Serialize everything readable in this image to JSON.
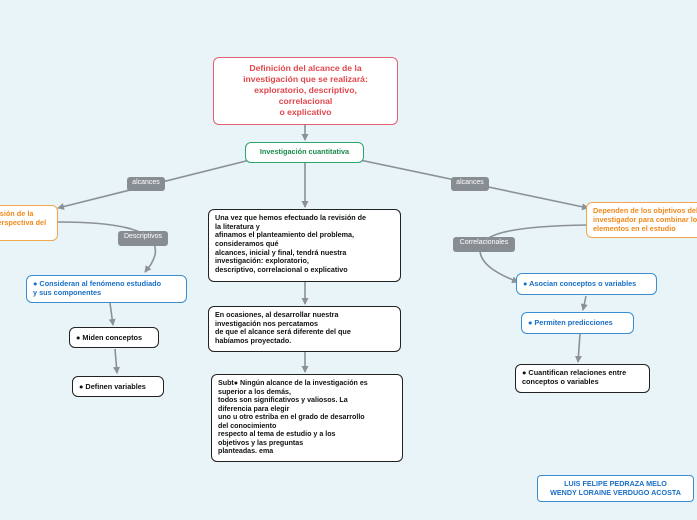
{
  "title": "Definición del alcance de la\ninvestigación que se realizará:\nexploratorio, descriptivo,\ncorrelacional\no explicativo",
  "root": "Investigación cuantitativa",
  "tags": {
    "left_alcances": "alcances",
    "right_alcances": "alcances",
    "descriptivos": "Descriptivos",
    "correlacionales": "Correlacionales"
  },
  "left": {
    "orange_node": "Visión de la\nperspectiva del",
    "consideran": "● Consideran al fenómeno estudiado\ny sus componentes",
    "miden": "● Miden conceptos",
    "definen": "● Definen variables"
  },
  "center": {
    "box1": "Una vez que hemos efectuado la revisión de\nla literatura y\nafinamos el planteamiento del problema,\nconsideramos qué\nalcances, inicial y final, tendrá nuestra\ninvestigación: exploratorio,\ndescriptivo, correlacional o explicativo",
    "box2": "En ocasiones, al desarrollar nuestra\ninvestigación nos percatamos\nde que el alcance será diferente del que\nhabíamos proyectado.",
    "box3": "Subt● Ningún alcance de la investigación es\nsuperior a los demás,\ntodos son significativos y valiosos. La\ndiferencia para elegir\nuno u otro estriba en el grado de desarrollo\ndel conocimiento\nrespecto al tema de estudio y a los\nobjetivos y las preguntas\nplanteadas. ema"
  },
  "right": {
    "orange_node": "Dependen de los objetivos del\ninvestigador para combinar los\nelementos en el estudio",
    "asocian": "● Asocian conceptos o variables",
    "permiten": "● Permiten predicciones",
    "cuantifican": "● Cuantifican relaciones entre\nconceptos o variables"
  },
  "authors": "LUIS FELIPE PEDRAZA MELO\nWENDY LORAINE VERDUGO ACOSTA",
  "colors": {
    "background": "#e8f4f8",
    "title_border": "#e06270",
    "title_text": "#e0474c",
    "root_border": "#2aa66c",
    "orange": "#f3a64b",
    "blue": "#3a8ed0",
    "tag_bg": "#888d92",
    "connector": "#8c9196"
  }
}
